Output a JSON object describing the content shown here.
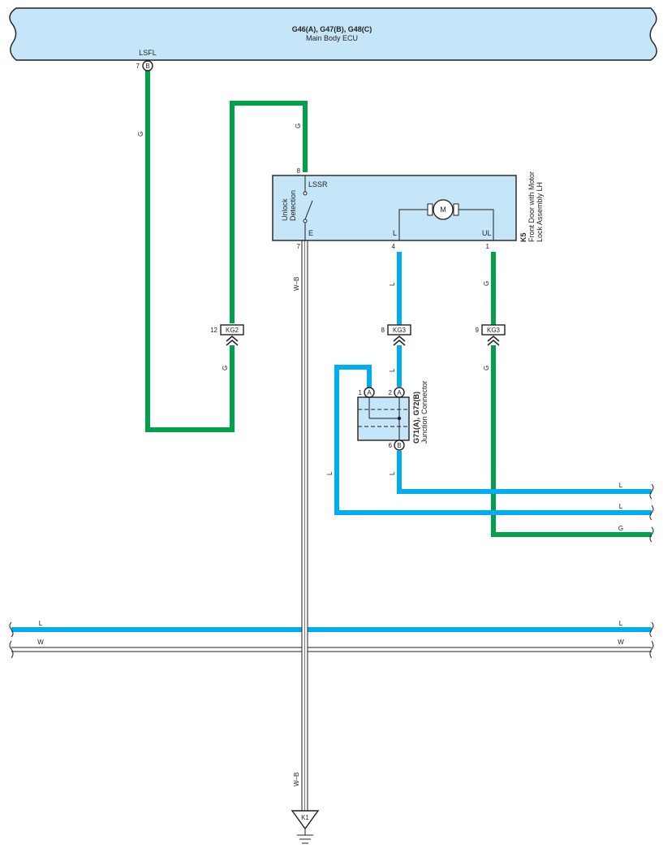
{
  "ecu": {
    "title": "G46(A), G47(B), G48(C)",
    "subtitle": "Main Body ECU",
    "pin_name": "LSFL",
    "pin_number": "7",
    "pin_letter": "B"
  },
  "component_k5": {
    "id": "K5",
    "name_line1": "Front Door with Motor",
    "name_line2": "Lock Assembly LH",
    "switch_label_line1": "Unlock",
    "switch_label_line2": "Detection",
    "lssr": "LSSR",
    "term_e": "E",
    "term_l": "L",
    "term_ul": "UL",
    "motor": "M",
    "pin_lssr": "8",
    "pin_e": "7",
    "pin_l": "4",
    "pin_ul": "1"
  },
  "junction": {
    "title": "G71(A), G72(B)",
    "subtitle": "Junction Connector",
    "pin1_num": "1",
    "pin1_letter": "A",
    "pin2_num": "2",
    "pin2_letter": "A",
    "pin6_num": "6",
    "pin6_letter": "B"
  },
  "connectors": {
    "kg2": {
      "name": "KG2",
      "pin": "12"
    },
    "kg3_left": {
      "name": "KG3",
      "pin": "8"
    },
    "kg3_right": {
      "name": "KG3",
      "pin": "9"
    }
  },
  "ground": {
    "name": "K1"
  },
  "wire_labels": {
    "ecu_g": "G",
    "lssr_g": "G",
    "kg2_g": "G",
    "e_wb_top": "W–B",
    "e_wb_bottom": "W–B",
    "l_top": "L",
    "l_mid": "L",
    "j6_l": "L",
    "loop_l": "L",
    "ul_g_top": "G",
    "ul_g_bottom": "G",
    "right_l1": "L",
    "right_l2": "L",
    "right_g": "G",
    "bus_l_left": "L",
    "bus_l_right": "L",
    "bus_w_left": "W",
    "bus_w_right": "W"
  },
  "colors": {
    "green_wire": "#00a14b",
    "blue_wire": "#00aeef",
    "box_fill": "#c4e6f8",
    "wb_wire": "#ffffff"
  }
}
